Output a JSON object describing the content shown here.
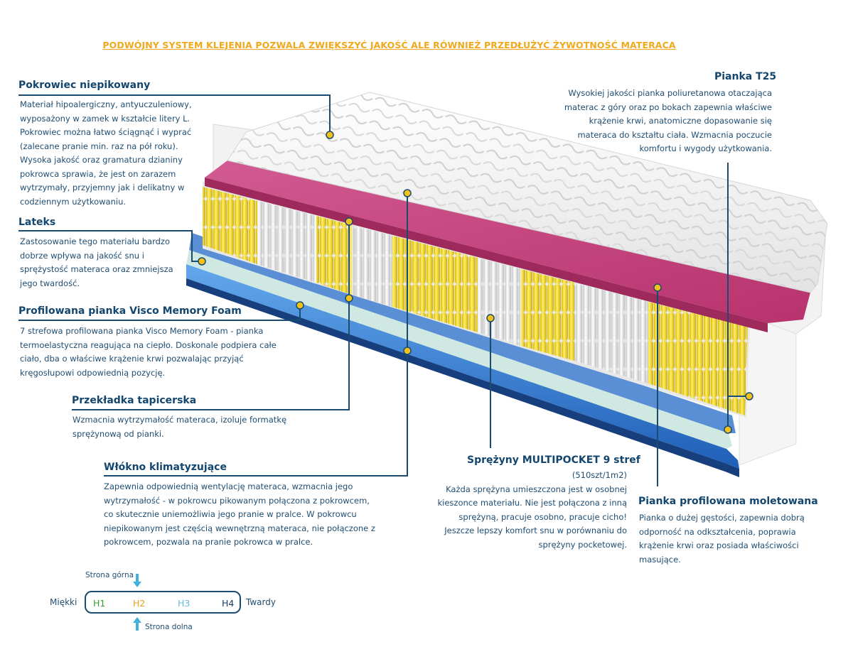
{
  "headline": "PODWÓJNY SYSTEM KLEJENIA POZWALA ZWIĘKSZYĆ JAKOŚĆ ALE RÓWNIEŻ PRZEDŁUŻYĆ ŻYWOTNOŚĆ MATERACA",
  "sections": {
    "pokrowiec": {
      "title": "Pokrowiec  niepikowany",
      "lines": [
        "Materiał hipoalergiczny, antyuczuleniowy,",
        "wyposażony w zamek w kształcie litery L.",
        "Pokrowiec można łatwo ściągnąć i wyprać",
        "(zalecane pranie min.  raz na pół roku).",
        "Wysoka jakość oraz gramatura dzianiny",
        "pokrowca sprawia, że jest on zarazem",
        "wytrzymały, przyjemny jak i delikatny w",
        "codziennym użytkowaniu."
      ]
    },
    "lateks": {
      "title": "Lateks",
      "lines": [
        "Zastosowanie tego materiału bardzo",
        "dobrze wpływa na jakość snu i",
        "sprężystość materaca oraz zmniejsza",
        "jego twardość."
      ]
    },
    "visco": {
      "title": "Profilowana pianka Visco Memory Foam",
      "lines": [
        "7 strefowa profilowana pianka Visco Memory Foam - pianka",
        "termoelastyczna reagująca na ciepło.  Doskonale podpiera całe",
        "ciało, dba o właściwe krążenie krwi pozwalając przyjąć",
        "kręgosłupowi odpowiednią pozycję."
      ]
    },
    "przekladka": {
      "title": "Przekładka tapicerska",
      "lines": [
        "Wzmacnia wytrzymałość materaca, izoluje formatkę",
        "sprężynową od pianki."
      ]
    },
    "wlokno": {
      "title": "Włókno klimatyzujące",
      "lines": [
        "Zapewnia odpowiednią wentylację materaca, wzmacnia jego",
        "wytrzymałość - w pokrowcu pikowanym połączona z pokrowcem,",
        "co skutecznie uniemożliwia jego pranie w pralce. W pokrowcu",
        "niepikowanym jest częścią wewnętrzną materaca, nie połączone z",
        "pokrowcem, pozwala na pranie pokrowca w pralce."
      ]
    },
    "pianka_t25": {
      "title": "Pianka T25",
      "lines": [
        "Wysokiej jakości pianka poliuretanowa otaczająca",
        "materac z góry oraz po bokach zapewnia właściwe",
        "krążenie krwi, anatomiczne dopasowanie się",
        "materaca do kształtu ciała. Wzmacnia poczucie",
        "komfortu i wygody użytkowania."
      ]
    },
    "sprezyny": {
      "title": "Sprężyny MULTIPOCKET 9 stref",
      "subtitle": "(510szt/1m2)",
      "lines": [
        "Każda sprężyna umieszczona jest w osobnej",
        "kieszonce materiału. Nie jest połączona z inną",
        "sprężyną, pracuje osobno, pracuje cicho!",
        "Jeszcze lepszy komfort snu w porównaniu do",
        "sprężyny pocketowej."
      ]
    },
    "moletowana": {
      "title": "Pianka profilowana moletowana",
      "lines": [
        "Pianka o dużej gęstości, zapewnia dobrą",
        "odporność na odkształcenia, poprawia",
        "krążenie krwi oraz posiada właściwości",
        "masujące."
      ]
    }
  },
  "scale": {
    "left_label": "Miękki",
    "right_label": "Twardy",
    "top_label": "Strona górna",
    "bottom_label": "Strona dolna",
    "levels": [
      {
        "label": "H1",
        "color": "#3a9a2f"
      },
      {
        "label": "H2",
        "color": "#e3a21a"
      },
      {
        "label": "H3",
        "color": "#63b7dc"
      },
      {
        "label": "H4",
        "color": "#1b3e63"
      }
    ],
    "arrow_color": "#3fb1dc"
  },
  "colors": {
    "heading": "#f0a81c",
    "title": "#13466f",
    "text": "#1f4d72",
    "leader": "#1b4b6f",
    "dot": "#f2c21b",
    "pink_foam": "#c8457e",
    "yellow_spring": "#f0dc3c",
    "white_spring": "#e8e8e8",
    "blue_base": "#2f7fd0"
  }
}
